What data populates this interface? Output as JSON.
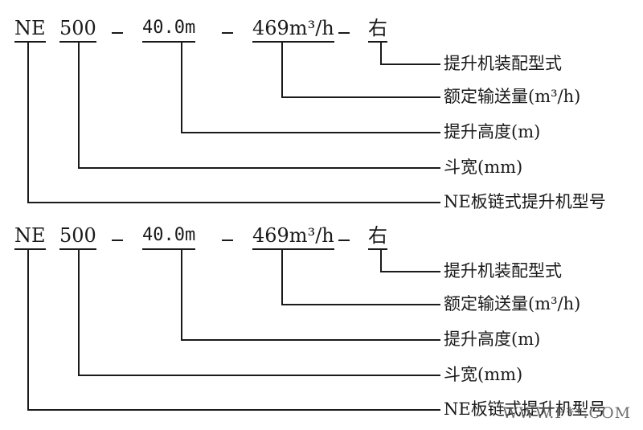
{
  "blocks": [
    {
      "code": {
        "model": "NE",
        "width": "500",
        "height": "40.0m",
        "volume": "469m³/h",
        "side": "右"
      },
      "labels": [
        "提升机装配型式",
        "额定输送量(m³/h)",
        "提升高度(m)",
        "斗宽(mm)",
        "NE板链式提升机型号"
      ]
    },
    {
      "code": {
        "model": "NE",
        "width": "500",
        "height": "40.0m",
        "volume": "469m³/h",
        "side": "右"
      },
      "labels": [
        "提升机装配型式",
        "额定输送量(m³/h)",
        "提升高度(m)",
        "斗宽(mm)",
        "NE板链式提升机型号"
      ]
    }
  ],
  "watermark": "WWW.F**.COM"
}
